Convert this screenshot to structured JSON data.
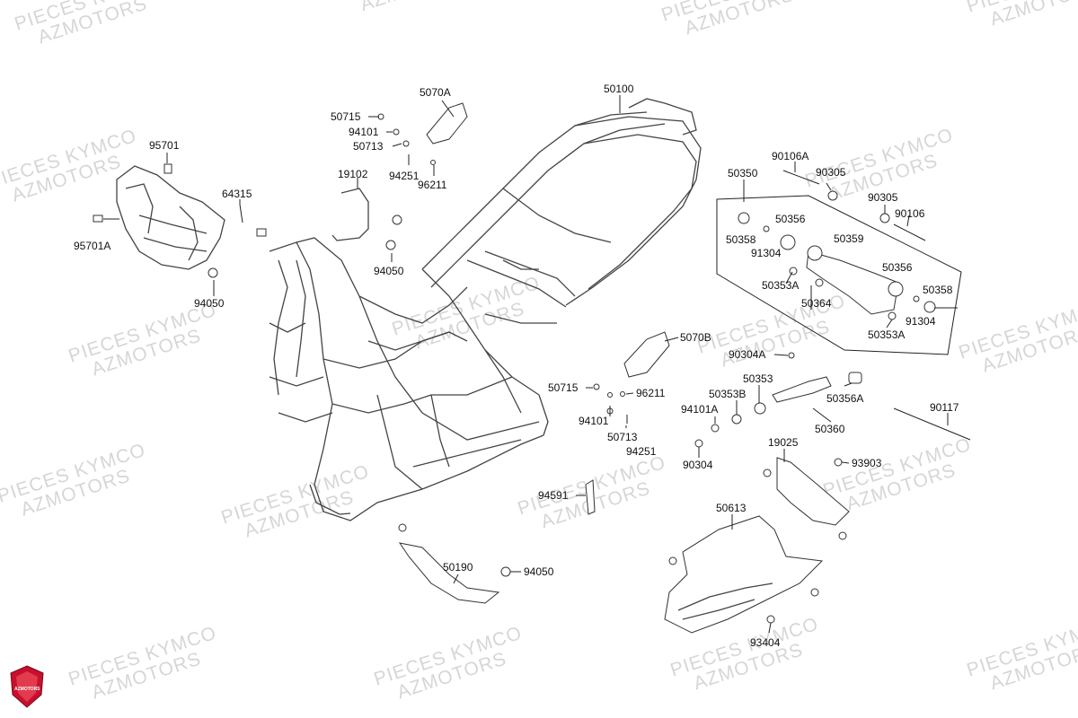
{
  "watermark": {
    "line1": "PIECES KYMCO",
    "line2": "AZMOTORS"
  },
  "logo": {
    "text": "AZMOTORS",
    "color": "#c8102e"
  },
  "parts": [
    "50100",
    "5070A",
    "50715",
    "94101",
    "50713",
    "94251",
    "96211",
    "95701",
    "95701A",
    "64315",
    "94050",
    "19102",
    "94050",
    "50350",
    "90106A",
    "90305",
    "90305",
    "90106",
    "50356",
    "50358",
    "91304",
    "50359",
    "50353A",
    "50364",
    "50356",
    "50358",
    "91304",
    "50353A",
    "5070B",
    "90304A",
    "50715",
    "96211",
    "94101",
    "50713",
    "94251",
    "94101A",
    "50353B",
    "50353",
    "50356A",
    "50360",
    "90117",
    "90304",
    "19025",
    "93903",
    "94591",
    "50613",
    "50190",
    "94050",
    "93404"
  ]
}
